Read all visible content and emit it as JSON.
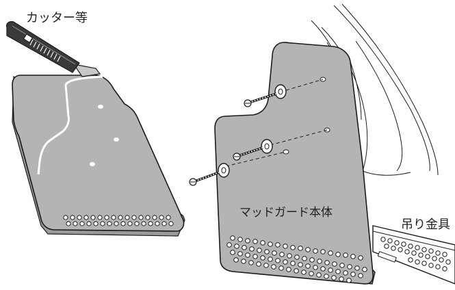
{
  "labels": {
    "cutter": "カッター等",
    "mudflap_body": "マッドガード本体",
    "bracket": "吊り金具"
  },
  "colors": {
    "flap_fill": "#b4b4b4",
    "outline": "#1a1a1a",
    "background": "#ffffff"
  }
}
